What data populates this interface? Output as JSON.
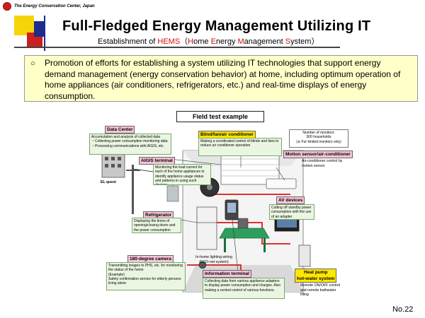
{
  "header": {
    "org_name": "The Energy Conservation Center, Japan",
    "title": "Full-Fledged Energy Management Utilizing IT",
    "subtitle_prefix": "Establishment of ",
    "subtitle_hems": "HEMS",
    "subtitle_paren_open": "（",
    "subtitle_h": "H",
    "subtitle_ome": "ome ",
    "subtitle_e": "E",
    "subtitle_nergy": "nergy ",
    "subtitle_m": "M",
    "subtitle_anagement": "anagement ",
    "subtitle_s": "S",
    "subtitle_ystem": "ystem",
    "subtitle_paren_close": "）"
  },
  "bullet": {
    "mark": "○",
    "text": "Promotion of efforts for establishing a system utilizing IT technologies that support energy demand management (energy conservation behavior) at home, including optimum operation of home appliances (air conditioners, refrigerators, etc.) and real-time displays of energy consumption."
  },
  "field_label": "Field test example",
  "diagram": {
    "data_center": {
      "label": "Data Center",
      "desc": "Accumulation and analysis of collected data\n・Collecting power consumption monitoring data\n・Processing communications with AIGIS, etc."
    },
    "blind": {
      "label": "Blind/fan/air conditioner",
      "desc": "Making a coordinated control of blinds and fans to reduce air conditioner operation"
    },
    "monitors": {
      "line1": "Number of monitors:",
      "line2": "300 households",
      "line3": "(※ For limited monitors only)"
    },
    "motion": {
      "label": "Motion sensor/air-conditioner",
      "desc": "Air-conditioner control by motion sensor"
    },
    "aigis": {
      "label": "AIGIS terminal",
      "desc": "Monitoring the load current for each of the home appliances to identify appliance usage status and patterns in using such devices"
    },
    "el_quest": "EL quest",
    "av": {
      "label": "AV devices",
      "desc": "Cutting off standby power consumption with the use of an adapter"
    },
    "refrigerator": {
      "label": "Refrigerator",
      "desc": "Displaying the times of opening/closing doors and the power consumption"
    },
    "camera": {
      "label": "180-degree camera",
      "desc": "Transmitting images to PHS, etc. for monitoring the status of the home\n(Example)\nSafety confirmation service for elderly persons living alone"
    },
    "wiring": {
      "line1": "In-home lighting wiring",
      "line2": "(ECO-net system)"
    },
    "info_terminal": {
      "label": "Information terminal",
      "desc": "Collecting data from various appliance adapters to display power consumption and charges. Also making a central control of various functions."
    },
    "heat_pump": {
      "label1": "Heat pump",
      "label2": "hot-water system"
    },
    "remote": {
      "desc": "Remote ON/OFF control and remote bathwater filling"
    }
  },
  "page_number": "No.22",
  "colors": {
    "accent_red": "#d01010",
    "bullet_bg": "#ffffc8",
    "label_pink": "#f7c4d8",
    "label_yellow": "#ffe600",
    "wire_red": "#e03030"
  }
}
